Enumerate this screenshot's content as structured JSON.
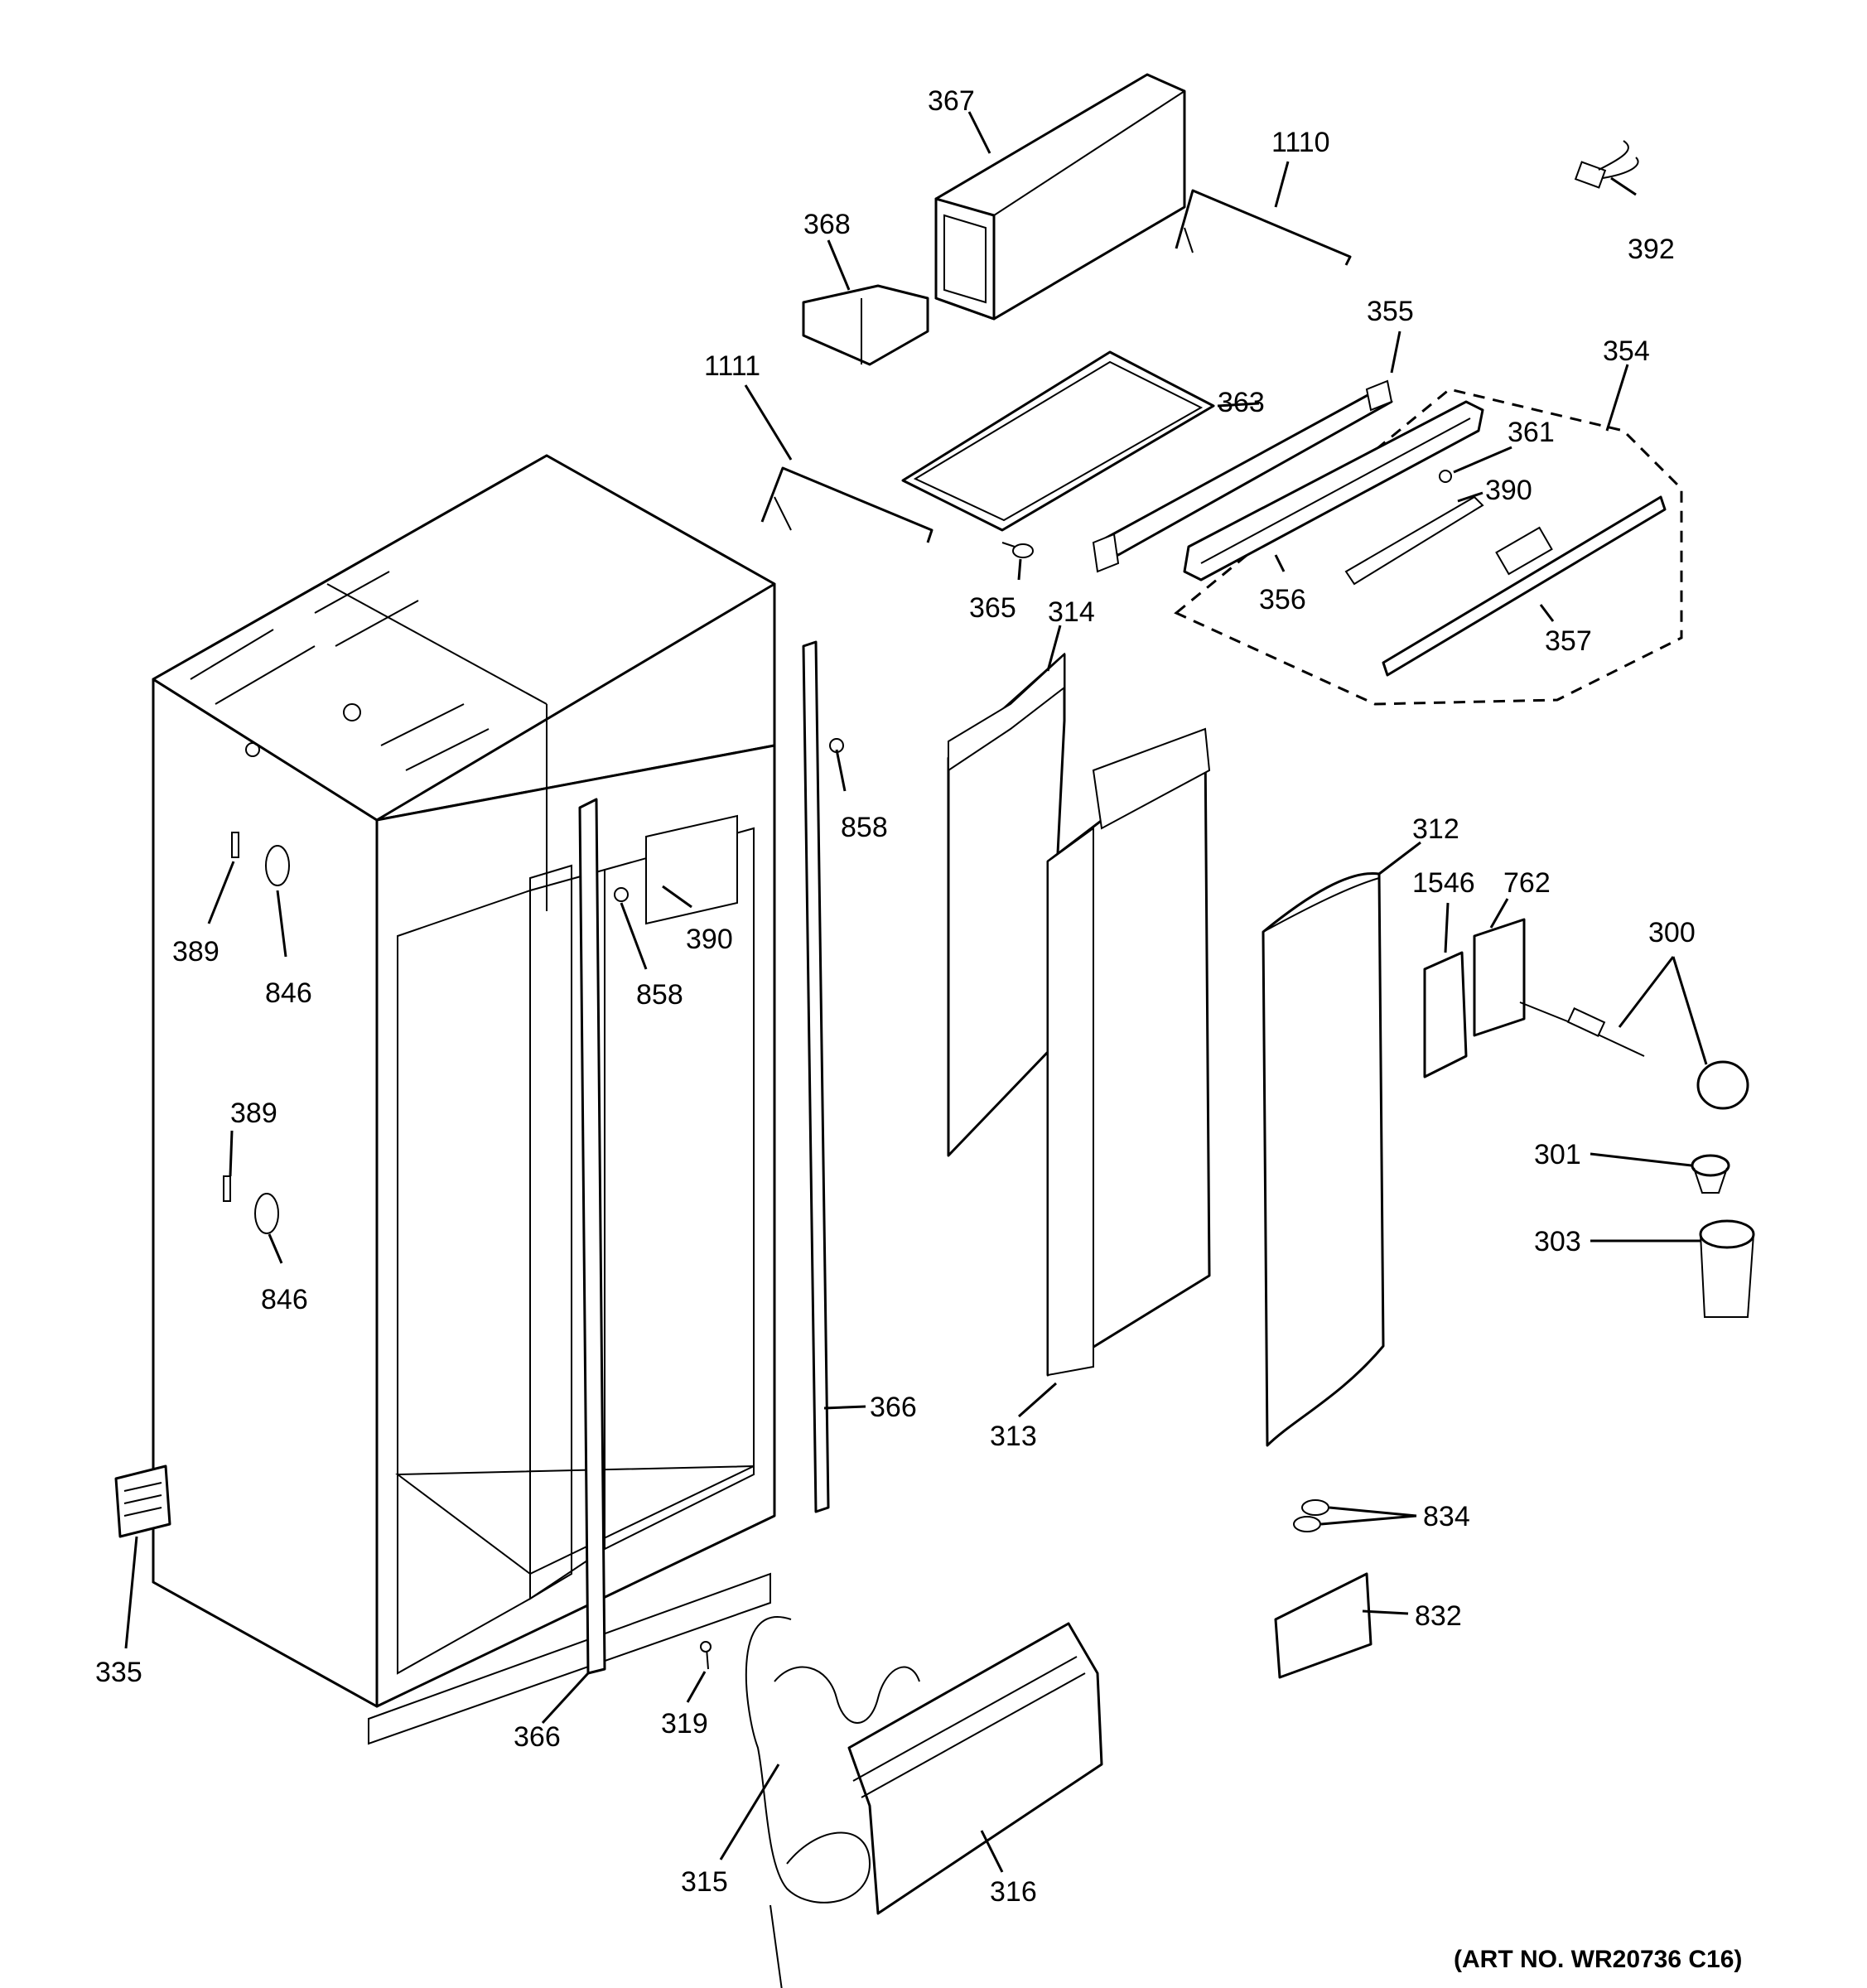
{
  "callouts": {
    "c367": "367",
    "c1110": "1110",
    "c392": "392",
    "c368": "368",
    "c355": "355",
    "c354": "354",
    "c1111": "1111",
    "c363": "363",
    "c361": "361",
    "c390a": "390",
    "c365": "365",
    "c314": "314",
    "c356": "356",
    "c357": "357",
    "c858a": "858",
    "c389a": "389",
    "c846a": "846",
    "c390b": "390",
    "c858b": "858",
    "c312": "312",
    "c1546": "1546",
    "c762": "762",
    "c300": "300",
    "c389b": "389",
    "c846b": "846",
    "c301": "301",
    "c303": "303",
    "c366a": "366",
    "c313": "313",
    "c834": "834",
    "c832": "832",
    "c335": "335",
    "c319": "319",
    "c366b": "366",
    "c315": "315",
    "c316": "316"
  },
  "art_number": "(ART NO. WR20736 C16)"
}
